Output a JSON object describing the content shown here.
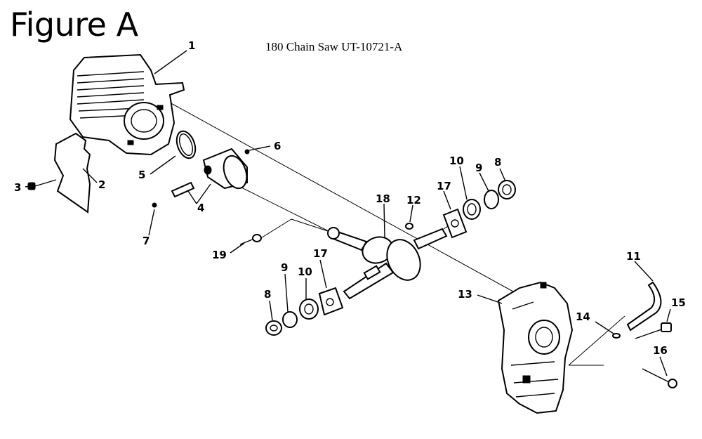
{
  "figure_title": "Figure A",
  "subtitle": "180 Chain Saw UT-10721-A",
  "callouts": [
    {
      "id": "c1",
      "label": "1"
    },
    {
      "id": "c2",
      "label": "2"
    },
    {
      "id": "c3",
      "label": "3"
    },
    {
      "id": "c4",
      "label": "4"
    },
    {
      "id": "c5",
      "label": "5"
    },
    {
      "id": "c6",
      "label": "6"
    },
    {
      "id": "c7",
      "label": "7"
    },
    {
      "id": "c8a",
      "label": "8"
    },
    {
      "id": "c9a",
      "label": "9"
    },
    {
      "id": "c10a",
      "label": "10"
    },
    {
      "id": "c17a",
      "label": "17"
    },
    {
      "id": "c12",
      "label": "12"
    },
    {
      "id": "c18",
      "label": "18"
    },
    {
      "id": "c19",
      "label": "19"
    },
    {
      "id": "c9b",
      "label": "9"
    },
    {
      "id": "c10b",
      "label": "10"
    },
    {
      "id": "c17b",
      "label": "17"
    },
    {
      "id": "c8b",
      "label": "8"
    },
    {
      "id": "c13",
      "label": "13"
    },
    {
      "id": "c11",
      "label": "11"
    },
    {
      "id": "c14",
      "label": "14"
    },
    {
      "id": "c15",
      "label": "15"
    },
    {
      "id": "c16",
      "label": "16"
    }
  ]
}
